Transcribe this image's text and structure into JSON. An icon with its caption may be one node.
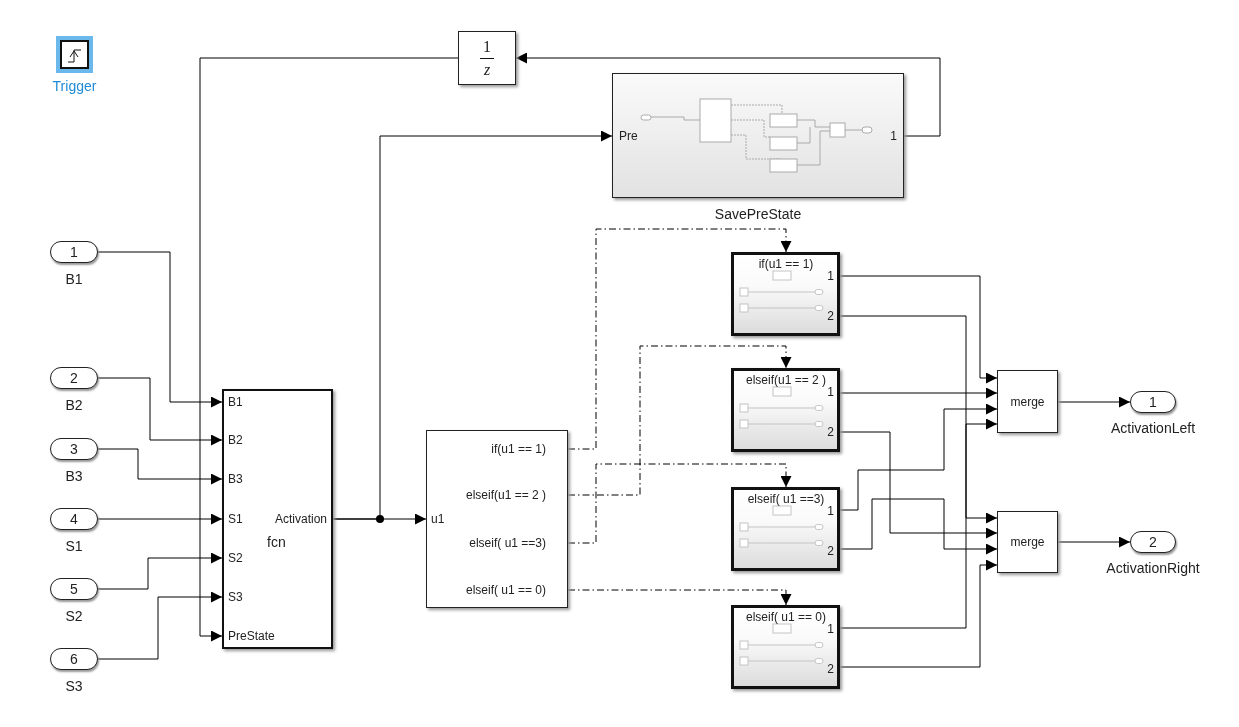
{
  "diagram": {
    "nodes": [
      {
        "text": [
          "Trigger"
        ]
      },
      {
        "text": [
          "1",
          "z"
        ]
      },
      {
        "text": [
          "Pre",
          "1",
          "SavePreState"
        ]
      },
      {
        "text": [
          "1",
          "B1"
        ]
      },
      {
        "text": [
          "2",
          "B2"
        ]
      },
      {
        "text": [
          "3",
          "B3"
        ]
      },
      {
        "text": [
          "4",
          "S1"
        ]
      },
      {
        "text": [
          "5",
          "S2"
        ]
      },
      {
        "text": [
          "6",
          "S3"
        ]
      },
      {
        "text": [
          "B1",
          "B2",
          "B3",
          "S1",
          "S2",
          "S3",
          "PreState",
          "Activation",
          "fcn"
        ]
      },
      {
        "text": [
          "u1",
          "if(u1 == 1)",
          "elseif(u1 == 2 )",
          "elseif( u1 ==3)",
          "elseif( u1 == 0)"
        ]
      },
      {
        "text": [
          "if(u1 == 1)",
          "1",
          "2"
        ]
      },
      {
        "text": [
          "elseif(u1 == 2 )",
          "1",
          "2"
        ]
      },
      {
        "text": [
          "elseif( u1 ==3)",
          "1",
          "2"
        ]
      },
      {
        "text": [
          "elseif( u1 == 0)",
          "1",
          "2"
        ]
      },
      {
        "text": [
          "merge"
        ]
      },
      {
        "text": [
          "merge"
        ]
      },
      {
        "text": [
          "1",
          "ActivationLeft"
        ]
      },
      {
        "text": [
          "2",
          "ActivationRight"
        ]
      }
    ],
    "edges": [
      {
        "from": 2,
        "to": 1,
        "arrow": "to"
      },
      {
        "from": 1,
        "to": 9,
        "arrow": "to"
      },
      {
        "from": 3,
        "to": 9,
        "arrow": "to"
      },
      {
        "from": 4,
        "to": 9,
        "arrow": "to"
      },
      {
        "from": 5,
        "to": 9,
        "arrow": "to"
      },
      {
        "from": 6,
        "to": 9,
        "arrow": "to"
      },
      {
        "from": 7,
        "to": 9,
        "arrow": "to"
      },
      {
        "from": 8,
        "to": 9,
        "arrow": "to"
      },
      {
        "from": 9,
        "to": 10,
        "arrow": "to"
      },
      {
        "from": 9,
        "to": 2,
        "arrow": "to"
      },
      {
        "from": 10,
        "to": 11,
        "arrow": "to",
        "style": "dashed"
      },
      {
        "from": 10,
        "to": 12,
        "arrow": "to",
        "style": "dashed"
      },
      {
        "from": 10,
        "to": 13,
        "arrow": "to",
        "style": "dashed"
      },
      {
        "from": 10,
        "to": 14,
        "arrow": "to",
        "style": "dashed"
      },
      {
        "from": 11,
        "to": 15,
        "arrow": "to"
      },
      {
        "from": 11,
        "to": 16,
        "arrow": "to"
      },
      {
        "from": 12,
        "to": 15,
        "arrow": "to"
      },
      {
        "from": 12,
        "to": 16,
        "arrow": "to"
      },
      {
        "from": 13,
        "to": 15,
        "arrow": "to"
      },
      {
        "from": 13,
        "to": 16,
        "arrow": "to"
      },
      {
        "from": 14,
        "to": 15,
        "arrow": "to"
      },
      {
        "from": 14,
        "to": 16,
        "arrow": "to"
      },
      {
        "from": 15,
        "to": 17,
        "arrow": "to"
      },
      {
        "from": 16,
        "to": 18,
        "arrow": "to"
      }
    ]
  }
}
